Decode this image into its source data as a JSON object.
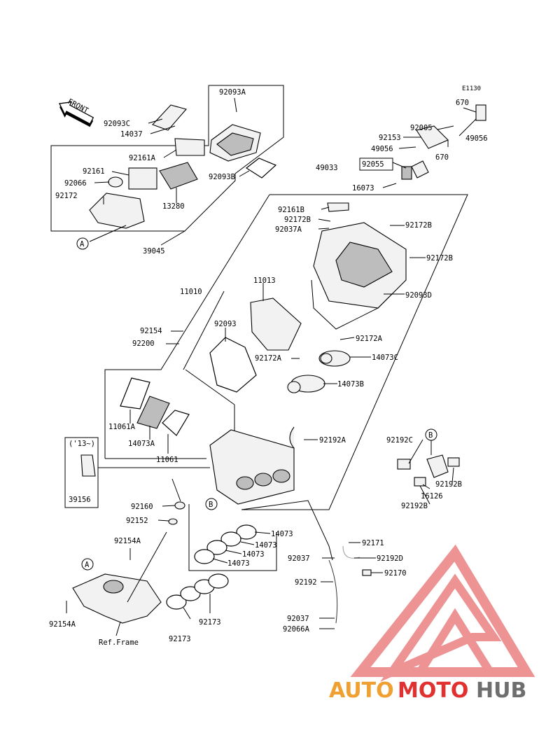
{
  "diagram": {
    "code": "E1130",
    "front_label": "FRONT",
    "ref_frame": "Ref.Frame",
    "year_note": "('13~)",
    "callouts": [
      "A",
      "B",
      "A",
      "B"
    ]
  },
  "parts": [
    "92093A",
    "92093C",
    "14037",
    "92161A",
    "92161",
    "92066",
    "92172",
    "13280",
    "92093B",
    "39045",
    "670",
    "92005",
    "49056",
    "670",
    "92153",
    "49056",
    "49033",
    "92055",
    "16073",
    "92161B",
    "92172B",
    "92037A",
    "92172B",
    "92172B",
    "92093D",
    "11013",
    "11010",
    "92154",
    "92200",
    "92093",
    "92172A",
    "14073C",
    "92172A",
    "14073B",
    "11061A",
    "14073A",
    "11061",
    "39156",
    "92192A",
    "92192C",
    "92192B",
    "16126",
    "92192B",
    "92160",
    "92152",
    "14073",
    "14073",
    "14073",
    "14073",
    "92154A",
    "92171",
    "92037",
    "92192D",
    "92170",
    "92192",
    "92037",
    "92066A",
    "92154A",
    "92173",
    "92173"
  ],
  "watermark": {
    "word_part1": "AUTO",
    "word_part2": "MOTO",
    "word_part3": "HUB",
    "color_orange": "#f0a030",
    "color_red": "#e03030",
    "color_gray": "#6e6e6e",
    "triangle_color": "#e87070"
  }
}
